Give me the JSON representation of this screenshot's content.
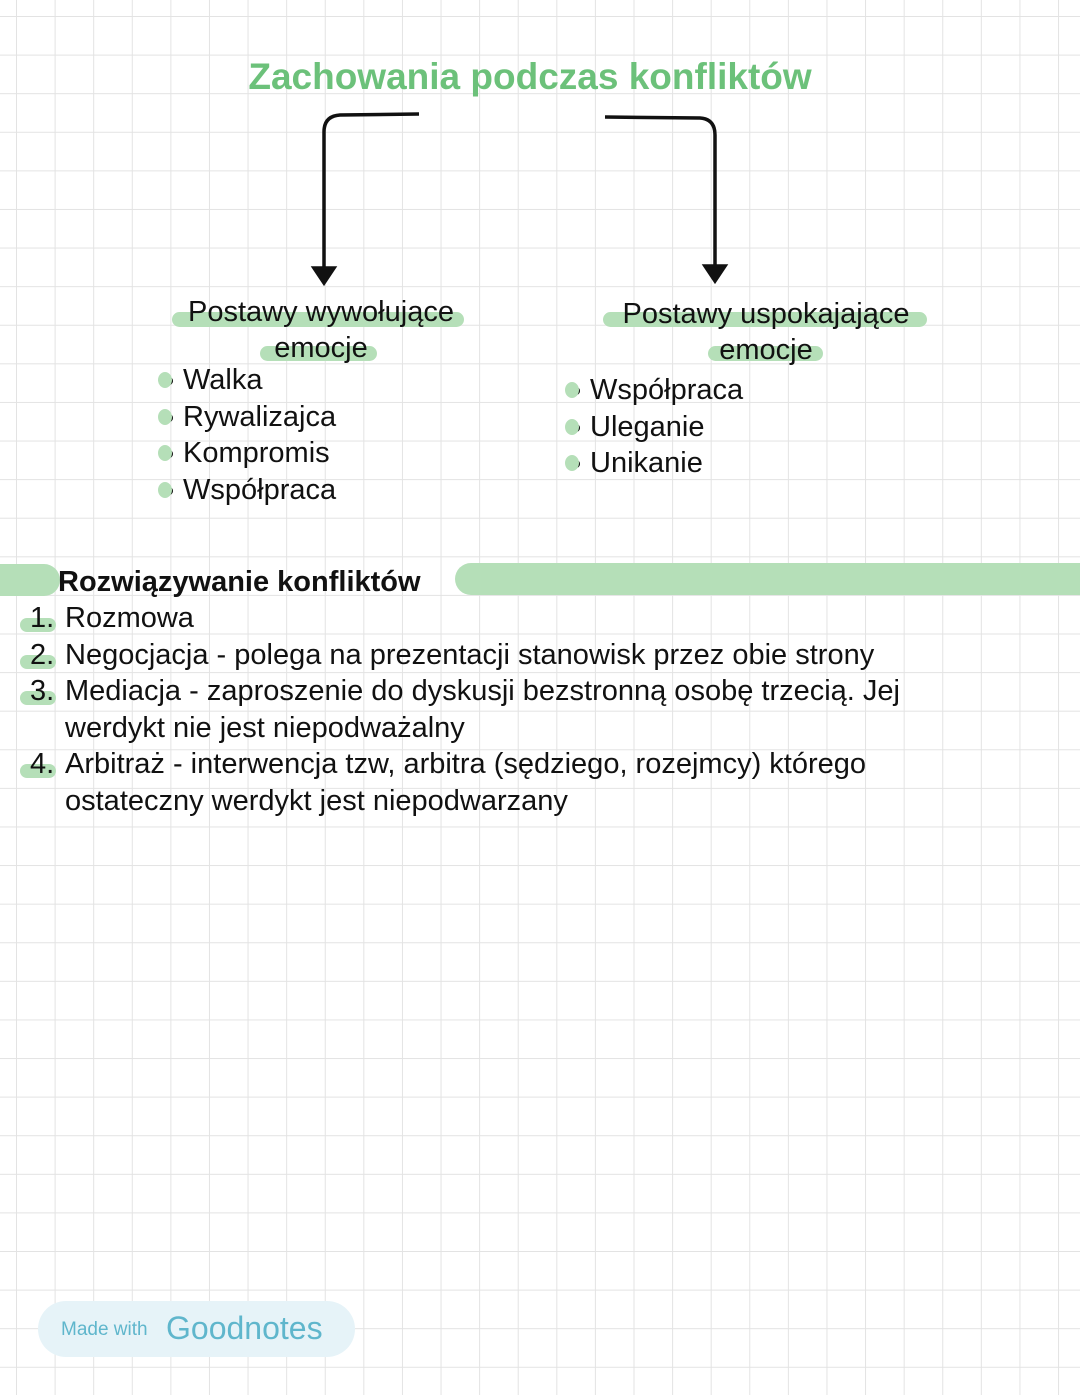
{
  "title": "Zachowania podczas konfliktów",
  "left": {
    "heading_line1": "Postawy wywołujące",
    "heading_line2": "emocje",
    "items": [
      "Walka",
      "Rywalizajca",
      "Kompromis",
      "Współpraca"
    ]
  },
  "right": {
    "heading_line1": "Postawy uspokajające",
    "heading_line2": "emocje",
    "items": [
      "Współpraca",
      "Uleganie",
      "Unikanie"
    ]
  },
  "section": {
    "heading": "Rozwiązywanie konfliktów",
    "items": [
      {
        "num": "1.",
        "lines": [
          "Rozmowa"
        ]
      },
      {
        "num": "2.",
        "lines": [
          "Negocjacja - polega na prezentacji stanowisk przez obie strony"
        ]
      },
      {
        "num": "3.",
        "lines": [
          "Mediacja - zaproszenie do dyskusji bezstronną osobę trzecią. Jej",
          "werdykt nie jest niepodważalny"
        ]
      },
      {
        "num": "4.",
        "lines": [
          "Arbitraż - interwencja tzw, arbitra (sędziego, rozejmcy) którego",
          "ostateczny werdykt jest niepodwarzany"
        ]
      }
    ]
  },
  "badge": {
    "made_with": "Made with",
    "brand": "Goodnotes"
  },
  "colors": {
    "accent": "#6cc17a",
    "highlight": "#b5dfb8",
    "badge": "#5fb6cc"
  }
}
